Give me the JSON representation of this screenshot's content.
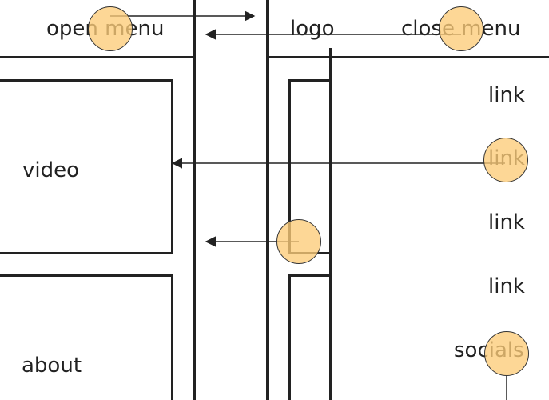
{
  "left_screen": {
    "menu_button": "open menu",
    "video": "video",
    "about": "about"
  },
  "right_screen": {
    "logo": "logo",
    "close_button": "close menu",
    "links": [
      "link",
      "link",
      "link",
      "link"
    ],
    "socials": "socials"
  },
  "colors": {
    "outline": "#222222",
    "touch_marker": "#FDCC78"
  }
}
